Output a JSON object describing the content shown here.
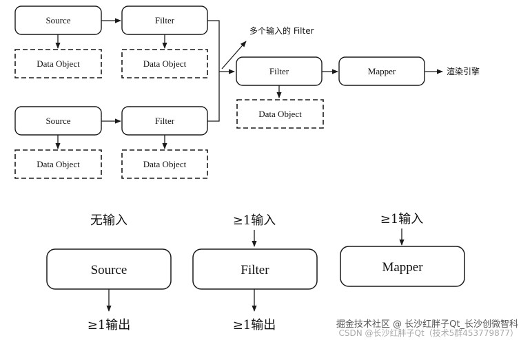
{
  "pipeline": {
    "source_1": "Source",
    "filter_1": "Filter",
    "data_object_1": "Data Object",
    "data_object_2": "Data Object",
    "source_2": "Source",
    "filter_2": "Filter",
    "data_object_3": "Data Object",
    "data_object_4": "Data Object",
    "filter_merge": "Filter",
    "data_object_merge": "Data Object",
    "mapper": "Mapper",
    "multi_input_note": "多个输入的 Filter",
    "render_engine": "渲染引擎"
  },
  "legend": {
    "source": {
      "label": "Source",
      "input": "无输入",
      "output": "≥1输出"
    },
    "filter": {
      "label": "Filter",
      "input": "≥1输入",
      "output": "≥1输出"
    },
    "mapper": {
      "label": "Mapper",
      "input": "≥1输入"
    }
  },
  "watermark": {
    "line1": "掘金技术社区 @ 长沙红胖子Qt_长沙创微智科",
    "line2": "CSDN @长沙红胖子Qt（技术5群453779877）"
  },
  "colors": {
    "stroke": "#1a1a1a",
    "background": "#ffffff"
  }
}
